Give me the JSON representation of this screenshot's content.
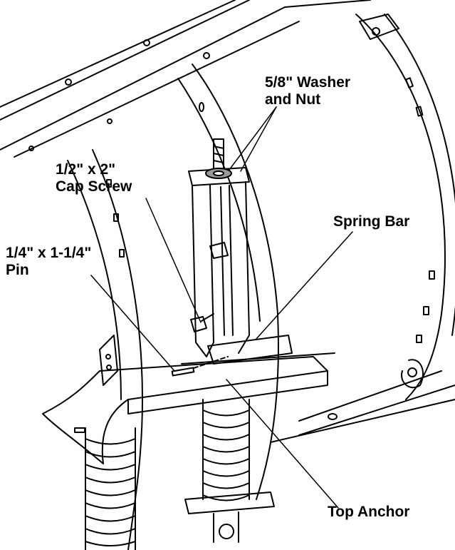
{
  "labels": {
    "washer": {
      "line1": "5/8\" Washer",
      "line2": "and Nut"
    },
    "cap_screw": {
      "line1": "1/2\" x 2\"",
      "line2": "Cap Screw"
    },
    "spring_bar": {
      "line1": "Spring Bar"
    },
    "pin": {
      "line1": "1/4\" x 1-1/4\"",
      "line2": "Pin"
    },
    "top_anchor": {
      "line1": "Top Anchor"
    }
  },
  "colors": {
    "line": "#000000",
    "background": "#ffffff",
    "washer_fill": "#9a9a9a"
  }
}
